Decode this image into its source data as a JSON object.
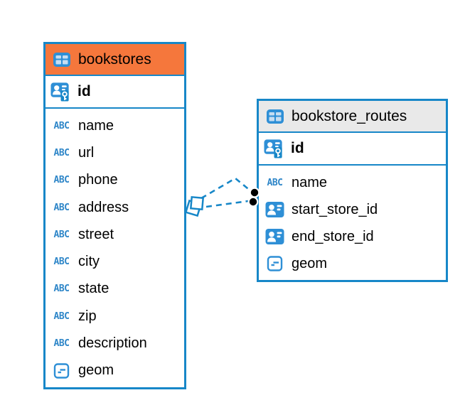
{
  "colors": {
    "accent_blue": "#1787c8",
    "icon_blue": "#2e8fd6",
    "header_orange": "#f5773c",
    "header_gray": "#e9e9e9",
    "connector_dot_black": "#000000",
    "text_black": "#000000"
  },
  "icons": {
    "text_glyph": "ABC",
    "table_icon": "table-grid-icon",
    "primary_key_icon": "person-key-icon",
    "reference_icon": "person-card-icon",
    "geometry_icon": "box-dash-icon"
  },
  "tables": [
    {
      "title": "bookstores",
      "header_style": "orange",
      "primary_key": {
        "name": "id",
        "type": "primary-key"
      },
      "columns": [
        {
          "name": "name",
          "type": "text"
        },
        {
          "name": "url",
          "type": "text"
        },
        {
          "name": "phone",
          "type": "text"
        },
        {
          "name": "address",
          "type": "text"
        },
        {
          "name": "street",
          "type": "text"
        },
        {
          "name": "city",
          "type": "text"
        },
        {
          "name": "state",
          "type": "text"
        },
        {
          "name": "zip",
          "type": "text"
        },
        {
          "name": "description",
          "type": "text"
        },
        {
          "name": "geom",
          "type": "geometry"
        }
      ]
    },
    {
      "title": "bookstore_routes",
      "header_style": "gray",
      "primary_key": {
        "name": "id",
        "type": "primary-key"
      },
      "columns": [
        {
          "name": "name",
          "type": "text"
        },
        {
          "name": "start_store_id",
          "type": "reference"
        },
        {
          "name": "end_store_id",
          "type": "reference"
        },
        {
          "name": "geom",
          "type": "geometry"
        }
      ]
    }
  ],
  "relationships": [
    {
      "from": "bookstore_routes.start_store_id",
      "to": "bookstores.id",
      "line_style": "dashed"
    },
    {
      "from": "bookstore_routes.end_store_id",
      "to": "bookstores.id",
      "line_style": "dashed"
    }
  ]
}
